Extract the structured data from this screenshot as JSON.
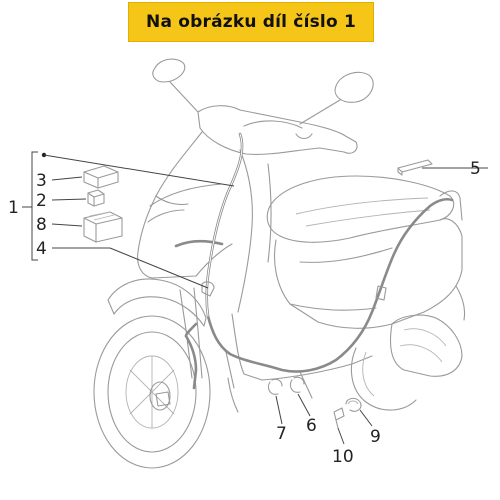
{
  "banner": {
    "title": "Na obrázku díl číslo 1"
  },
  "callouts": {
    "n1": "1",
    "n2": "2",
    "n3": "3",
    "n4": "4",
    "n5": "5",
    "n6": "6",
    "n7": "7",
    "n8": "8",
    "n9": "9",
    "n10": "10"
  },
  "colors": {
    "banner_bg": "#f5c518",
    "line_art": "#9a9a9a",
    "text": "#222222"
  }
}
